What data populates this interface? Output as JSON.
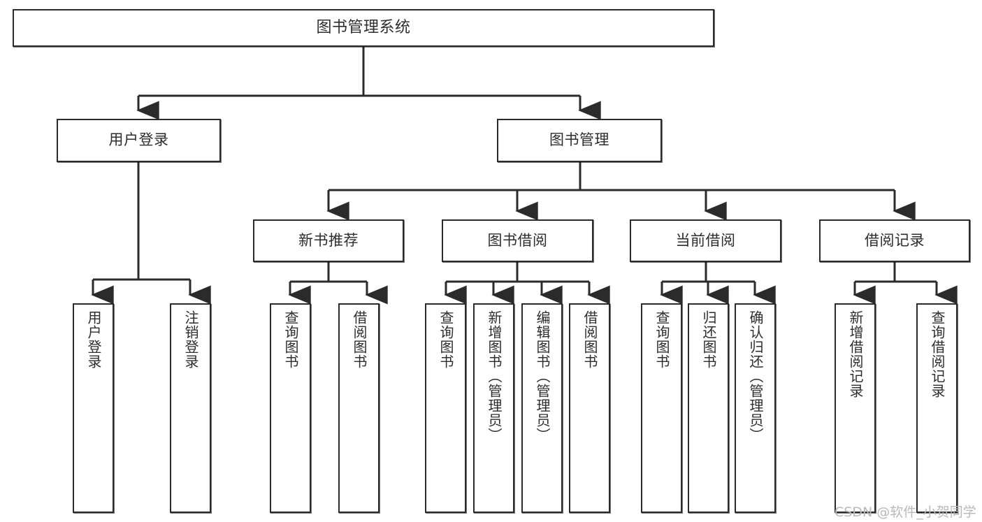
{
  "diagram": {
    "title": "图书管理系统",
    "type": "tree-structure-chart",
    "watermark": "CSDN @软件_小贺同学",
    "colors": {
      "background": "#ffffff",
      "node_border": "#2b2b2b",
      "node_fill": "#ffffff",
      "edge": "#2b2b2b",
      "text": "#2d2d2d",
      "watermark": "#b9b9b9"
    },
    "nodes": {
      "root": {
        "label": "图书管理系统",
        "orientation": "horizontal"
      },
      "level2": [
        {
          "id": "user-login",
          "label": "用户登录",
          "orientation": "horizontal"
        },
        {
          "id": "book-manage",
          "label": "图书管理",
          "orientation": "horizontal"
        }
      ],
      "level3": [
        {
          "id": "new-book-recommend",
          "label": "新书推荐",
          "orientation": "horizontal"
        },
        {
          "id": "book-borrow",
          "label": "图书借阅",
          "orientation": "horizontal"
        },
        {
          "id": "current-borrow",
          "label": "当前借阅",
          "orientation": "horizontal"
        },
        {
          "id": "borrow-record",
          "label": "借阅记录",
          "orientation": "horizontal"
        }
      ],
      "leaves": {
        "user-login": [
          {
            "id": "leaf-user-login",
            "label": "用户登录",
            "orientation": "vertical"
          },
          {
            "id": "leaf-logout-login",
            "label": "注销登录",
            "orientation": "vertical"
          }
        ],
        "new-book-recommend": [
          {
            "id": "leaf-query-book-1",
            "label": "查询图书",
            "orientation": "vertical"
          },
          {
            "id": "leaf-borrow-book-1",
            "label": "借阅图书",
            "orientation": "vertical"
          }
        ],
        "book-borrow": [
          {
            "id": "leaf-query-book-2",
            "label": "查询图书",
            "orientation": "vertical"
          },
          {
            "id": "leaf-add-book-admin",
            "label": "新增图书（管理员）",
            "orientation": "vertical"
          },
          {
            "id": "leaf-edit-book-admin",
            "label": "编辑图书（管理员）",
            "orientation": "vertical"
          },
          {
            "id": "leaf-borrow-book-2",
            "label": "借阅图书",
            "orientation": "vertical"
          }
        ],
        "current-borrow": [
          {
            "id": "leaf-query-book-3",
            "label": "查询图书",
            "orientation": "vertical"
          },
          {
            "id": "leaf-return-book",
            "label": "归还图书",
            "orientation": "vertical"
          },
          {
            "id": "leaf-confirm-return-admin",
            "label": "确认归还（管理员）",
            "orientation": "vertical"
          }
        ],
        "borrow-record": [
          {
            "id": "leaf-add-borrow-record",
            "label": "新增借阅记录",
            "orientation": "vertical"
          },
          {
            "id": "leaf-query-borrow-record",
            "label": "查询借阅记录",
            "orientation": "vertical"
          }
        ]
      }
    }
  }
}
